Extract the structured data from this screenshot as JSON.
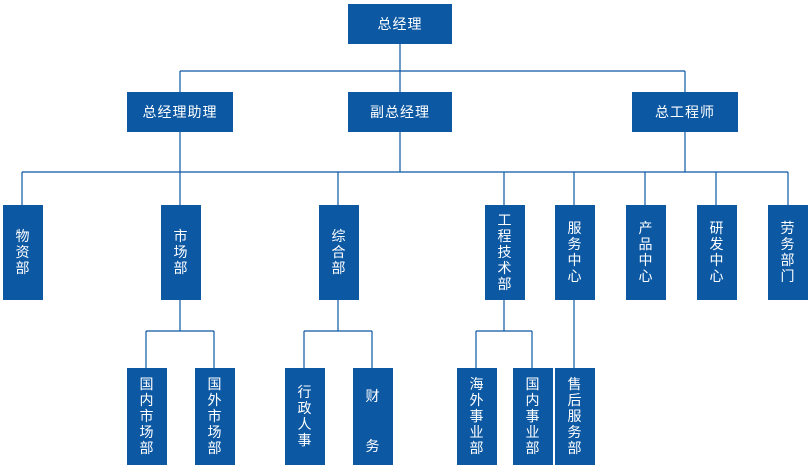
{
  "nodes": {
    "gm": "总经理",
    "asst_gm": "总经理助理",
    "deputy_gm": "副总经理",
    "chief_eng": "总工程师",
    "materials": "物资部",
    "market": "市场部",
    "general": "综合部",
    "eng_tech": "工程技术部",
    "service": "服务中心",
    "product": "产品中心",
    "rnd": "研发中心",
    "labor": "劳务部门",
    "dom_market": "国内市场部",
    "intl_market": "国外市场部",
    "admin": "行政人事",
    "finance": "财务",
    "overseas": "海外事业部",
    "domestic": "国内事业部",
    "after_sales": "售后服务部"
  }
}
